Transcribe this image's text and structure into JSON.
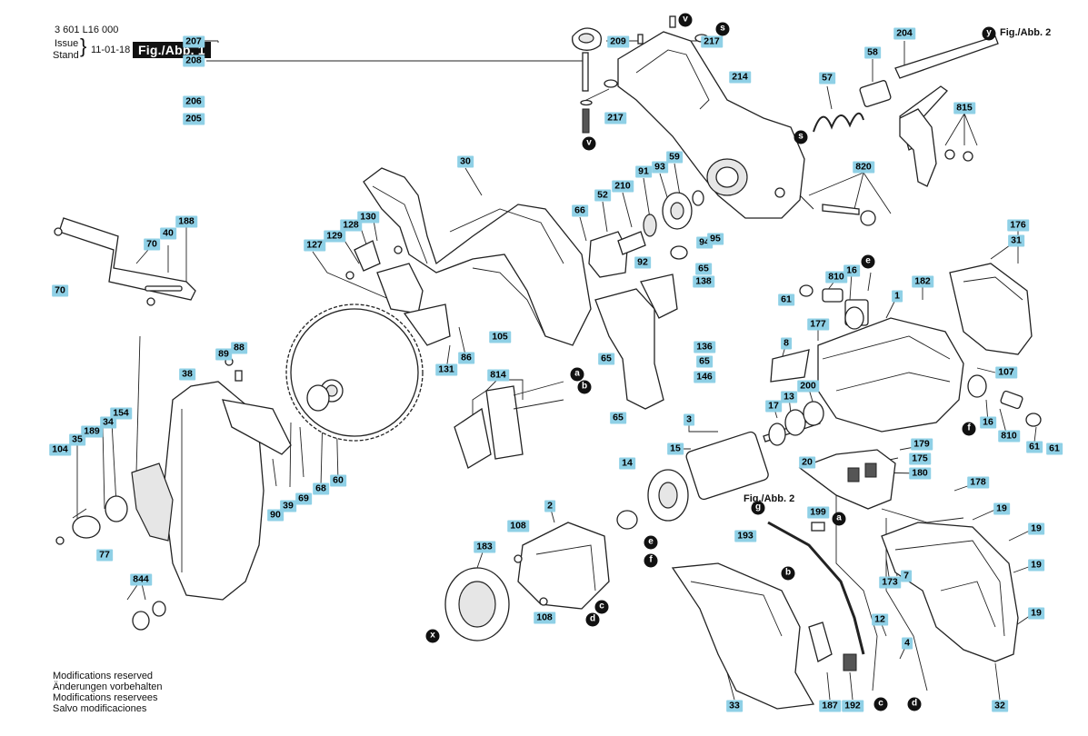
{
  "header": {
    "doc_number": "3 601 L16 000",
    "issue_label": "Issue",
    "stand_label": "Stand",
    "date": "11-01-18",
    "figure_title": "Fig./Abb. 1"
  },
  "footer": {
    "lines": [
      "Modifications reserved",
      "Änderungen vorbehalten",
      "Modifications reservees",
      "Salvo modificaciones"
    ]
  },
  "figure_refs": {
    "top_right": "Fig./Abb. 2",
    "middle": "Fig./Abb. 2"
  },
  "part_labels": [
    "207",
    "209",
    "217",
    "208",
    "206",
    "205",
    "217",
    "214",
    "204",
    "58",
    "57",
    "815",
    "820",
    "30",
    "66",
    "52",
    "210",
    "91",
    "93",
    "59",
    "92",
    "94",
    "95",
    "65",
    "138",
    "70",
    "40",
    "188",
    "70",
    "130",
    "128",
    "129",
    "127",
    "131",
    "86",
    "105",
    "65",
    "136",
    "65",
    "146",
    "65",
    "814",
    "89",
    "88",
    "38",
    "154",
    "34",
    "189",
    "35",
    "104",
    "77",
    "90",
    "39",
    "69",
    "68",
    "60",
    "3",
    "15",
    "14",
    "2",
    "108",
    "108",
    "183",
    "844",
    "33",
    "187",
    "192",
    "193",
    "199",
    "12",
    "4",
    "173",
    "7",
    "19",
    "19",
    "19",
    "19",
    "178",
    "32",
    "175",
    "180",
    "179",
    "20",
    "16",
    "810",
    "61",
    "1",
    "182",
    "177",
    "8",
    "17",
    "13",
    "200",
    "31",
    "176",
    "61",
    "107",
    "16",
    "810",
    "61"
  ],
  "connectors": [
    "v",
    "s",
    "v",
    "y",
    "s",
    "e",
    "a",
    "b",
    "e",
    "f",
    "d",
    "c",
    "x",
    "g",
    "a",
    "b",
    "c",
    "d",
    "f"
  ],
  "colors": {
    "label_bg": "#8fd0e6",
    "connector_bg": "#111111",
    "title_bg": "#111111"
  }
}
